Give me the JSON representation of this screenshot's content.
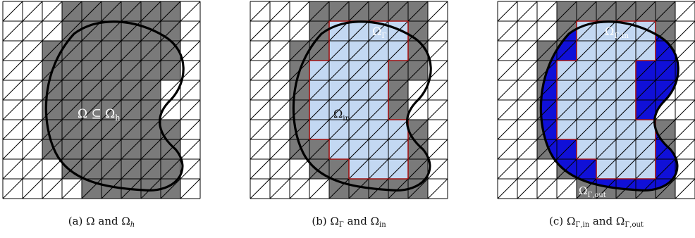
{
  "panels": [
    {
      "caption": {
        "tag": "(a)",
        "parts": [
          {
            "t": "Ω",
            "s": ""
          },
          {
            "t": " and ",
            "s": ""
          },
          {
            "t": "Ω",
            "s": "h"
          }
        ]
      },
      "labels": [
        {
          "base": "Ω ⊆ Ω",
          "sub": "h",
          "style": "white"
        }
      ]
    },
    {
      "caption": {
        "tag": "(b)",
        "parts": [
          {
            "t": "Ω",
            "s": "Γ"
          },
          {
            "t": " and ",
            "s": ""
          },
          {
            "t": "Ω",
            "s": "in"
          }
        ]
      },
      "labels": [
        {
          "base": "Ω",
          "sub": "Γ",
          "style": "white"
        },
        {
          "base": "Ω",
          "sub": "in",
          "style": "dark"
        }
      ]
    },
    {
      "caption": {
        "tag": "(c)",
        "parts": [
          {
            "t": "Ω",
            "s": "Γ,in"
          },
          {
            "t": " and ",
            "s": ""
          },
          {
            "t": "Ω",
            "s": "Γ,out"
          }
        ]
      },
      "labels": [
        {
          "base": "Ω",
          "sub": "Γ,in",
          "style": "white"
        },
        {
          "base": "Ω",
          "sub": "Γ,out",
          "style": "white"
        }
      ]
    }
  ],
  "colors": {
    "active_mesh": "#7a7a7a",
    "interior": "#c3d8f2",
    "interior_border": "#a01010",
    "band_blue": "#1010d8",
    "grid_line": "#000000",
    "boundary": "#000000"
  }
}
